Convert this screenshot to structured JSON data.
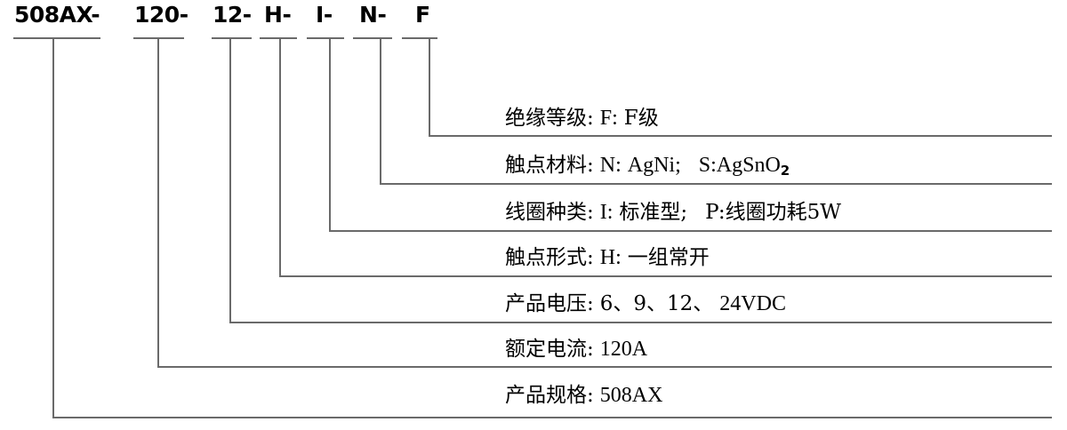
{
  "part_number": {
    "segments": [
      {
        "code": "508AX",
        "separator": "-"
      },
      {
        "code": "120",
        "separator": "-"
      },
      {
        "code": "12",
        "separator": "-"
      },
      {
        "code": "H",
        "separator": "-"
      },
      {
        "code": "I",
        "separator": "-"
      },
      {
        "code": "N",
        "separator": "-"
      },
      {
        "code": "F",
        "separator": ""
      }
    ]
  },
  "descriptions": [
    {
      "label": "绝缘等级:",
      "value_latin": "F:",
      "value_cn": "F级",
      "value_full": "绝缘等级: F: F级"
    },
    {
      "label": "触点材料:",
      "value_latin": "N:",
      "value_cn": "AgNi;",
      "value_extra": "S:AgSnO",
      "value_extra_sub": "2",
      "value_full": "触点材料: N: AgNi;   S:AgSnO2"
    },
    {
      "label": "线圈种类:",
      "value_latin": "I:",
      "value_cn": "标准型;",
      "value_extra": "P:线圈功耗5W",
      "value_full": "线圈种类: I: 标准型;  P:线圈功耗5W"
    },
    {
      "label": "触点形式:",
      "value_latin": "H:",
      "value_cn": "一组常开",
      "value_full": "触点形式: H: 一组常开"
    },
    {
      "label": "产品电压:",
      "value_latin": "6、9、12、",
      "value_cn": "24VDC",
      "value_full": "产品电压: 6、9、12、 24VDC"
    },
    {
      "label": "额定电流:",
      "value_latin": "120A",
      "value_cn": "",
      "value_full": "额定电流: 120A"
    },
    {
      "label": "产品规格:",
      "value_latin": "508AX",
      "value_cn": "",
      "value_full": "产品规格: 508AX"
    }
  ],
  "colors": {
    "line": "#6a6a6a",
    "text": "#000000",
    "background": "#ffffff"
  }
}
